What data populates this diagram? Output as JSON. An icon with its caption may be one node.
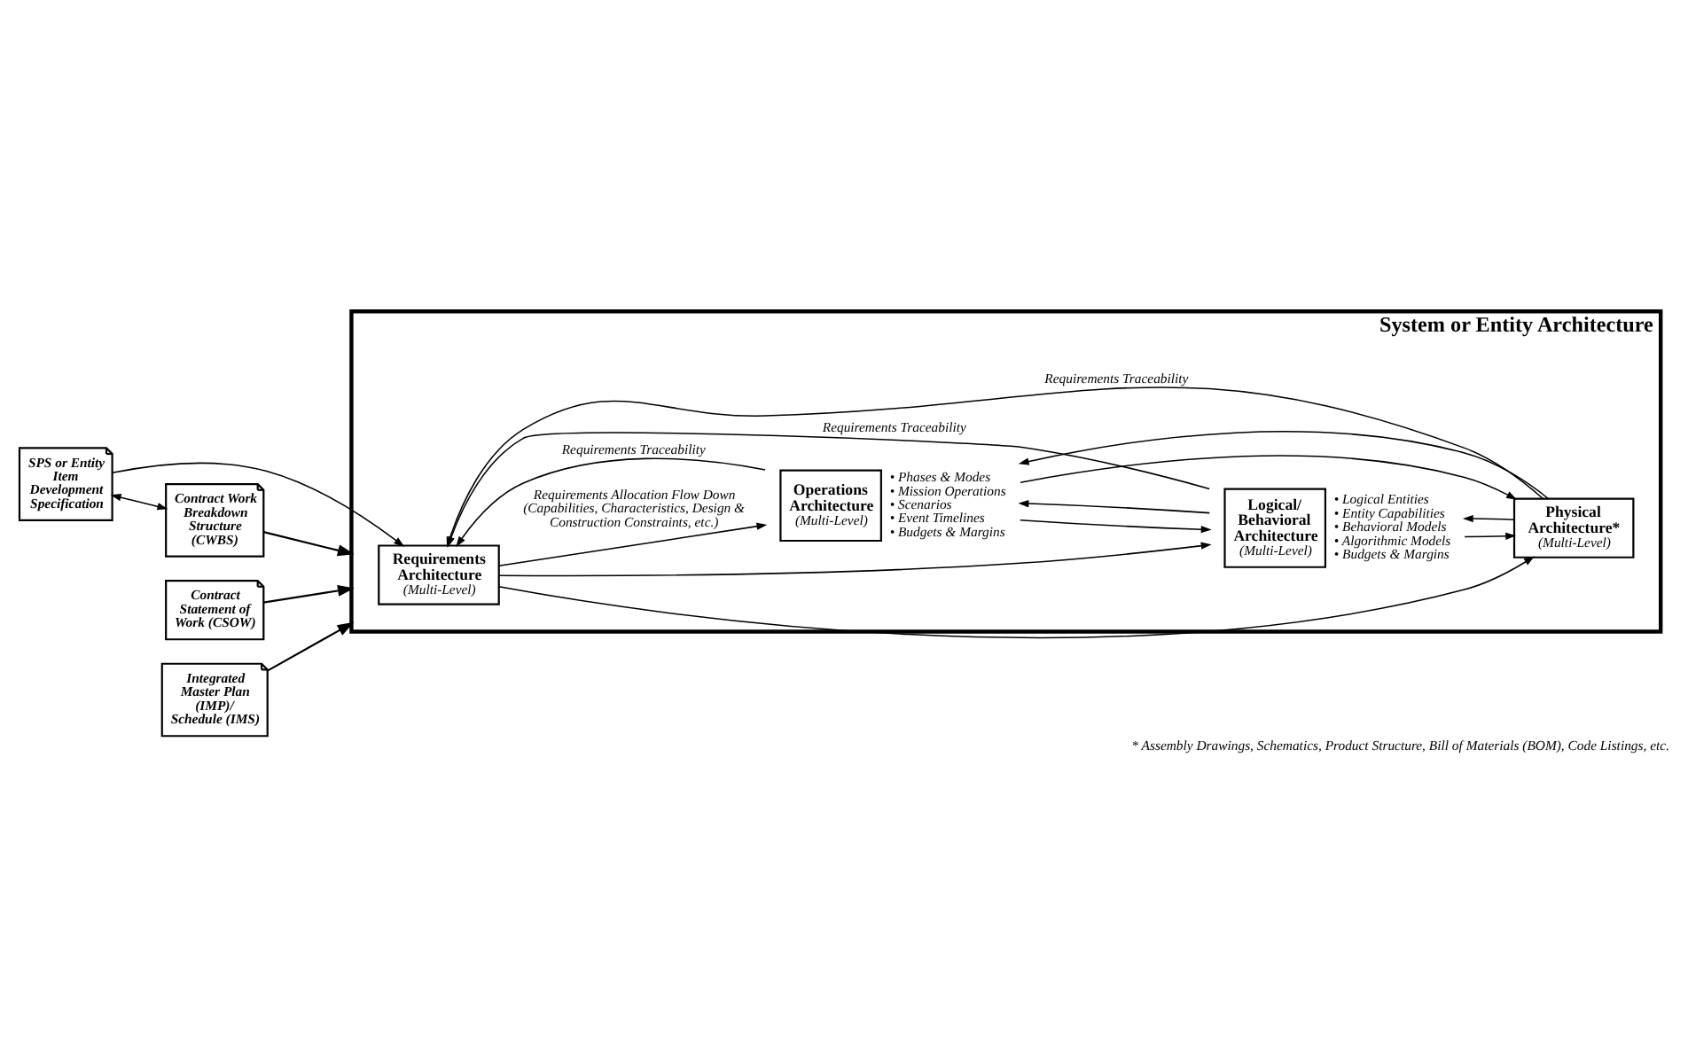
{
  "diagram": {
    "caption": "* Assembly Drawings, Schematics, Product Structure, Bill of Materials (BOM), Code Listings, etc.",
    "nodes": [
      {
        "text": [
          "System or Entity Architecture"
        ]
      },
      {
        "text": [
          "SPS or Entity Item Development Specification"
        ]
      },
      {
        "text": [
          "Contract Statement of Work (CSOW)"
        ]
      },
      {
        "text": [
          "Contract Work Breakdown Structure (CWBS)"
        ]
      },
      {
        "text": [
          "Integrated Master Plan (IMP)/ Schedule (IMS)"
        ]
      },
      {
        "text": [
          "Requirements Architecture",
          "(Multi-Level)"
        ],
        "in": 0
      },
      {
        "text": [
          "Operations Architecture",
          "(Multi-Level)"
        ],
        "in": 0,
        "beside": [
          "• Phases & Modes",
          "• Mission Operations",
          "• Scenarios",
          "• Event Timelines",
          "• Budgets & Margins"
        ]
      },
      {
        "text": [
          "Logical/ Behavioral Architecture",
          "(Multi-Level)"
        ],
        "in": 0,
        "beside": [
          "• Logical Entities",
          "• Entity Capabilities",
          "• Behavioral Models",
          "• Algorithmic Models",
          "• Budgets & Margins"
        ]
      },
      {
        "text": [
          "Physical Architecture*",
          "(Multi-Level)"
        ],
        "in": 0
      }
    ],
    "edges": [
      {
        "from": 1,
        "to": 3,
        "arrow": "both"
      },
      {
        "from": 1,
        "to": 5,
        "arrow": "to"
      },
      {
        "from": 2,
        "to": 0,
        "arrow": "to"
      },
      {
        "from": 3,
        "to": 0,
        "arrow": "to"
      },
      {
        "from": 4,
        "to": 0,
        "arrow": "to"
      },
      {
        "from": 5,
        "to": 6,
        "arrow": "to",
        "label": "Requirements Allocation Flow Down (Capabilities, Characteristics, Design & Construction Constraints, etc.)"
      },
      {
        "from": 5,
        "to": 7,
        "arrow": "to"
      },
      {
        "from": 5,
        "to": 8,
        "arrow": "to"
      },
      {
        "from": 6,
        "to": 5,
        "arrow": "to",
        "label": "Requirements Traceability"
      },
      {
        "from": 6,
        "to": 7,
        "arrow": "to"
      },
      {
        "from": 6,
        "to": 8,
        "arrow": "to"
      },
      {
        "from": 7,
        "to": 5,
        "arrow": "to",
        "label": "Requirements Traceability"
      },
      {
        "from": 7,
        "to": 6,
        "arrow": "to"
      },
      {
        "from": 7,
        "to": 8,
        "arrow": "to"
      },
      {
        "from": 8,
        "to": 5,
        "arrow": "to",
        "label": "Requirements Traceability"
      },
      {
        "from": 8,
        "to": 6,
        "arrow": "to"
      },
      {
        "from": 8,
        "to": 7,
        "arrow": "to"
      }
    ]
  }
}
